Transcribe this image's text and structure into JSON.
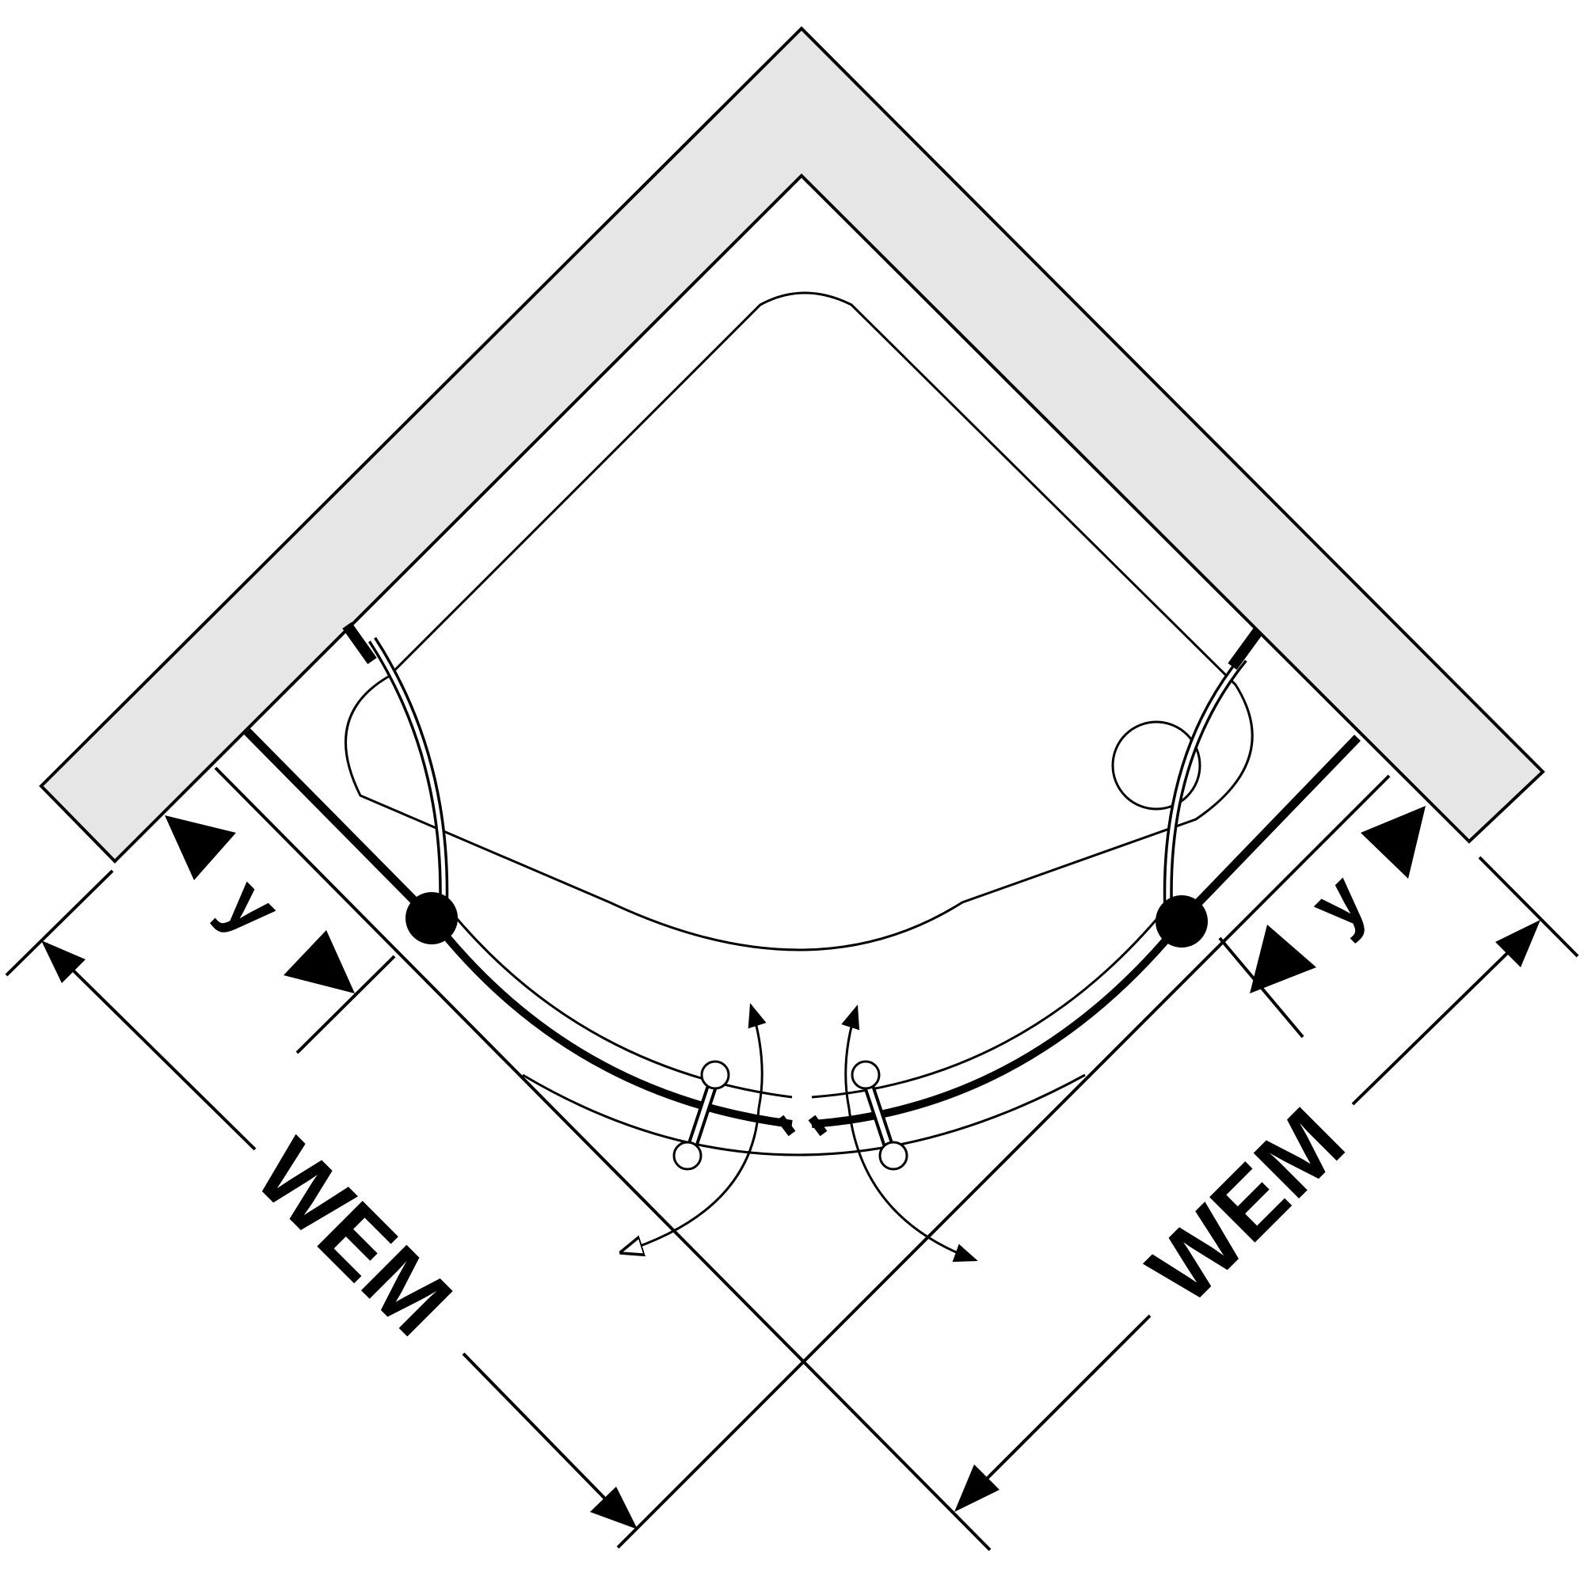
{
  "diagram": {
    "labels": {
      "width_left": "WEM",
      "width_right": "WEM",
      "offset_left": "y",
      "offset_right": "y"
    },
    "colors": {
      "wall_fill": "#e6e6e6",
      "line": "#000000",
      "background": "#ffffff"
    }
  }
}
